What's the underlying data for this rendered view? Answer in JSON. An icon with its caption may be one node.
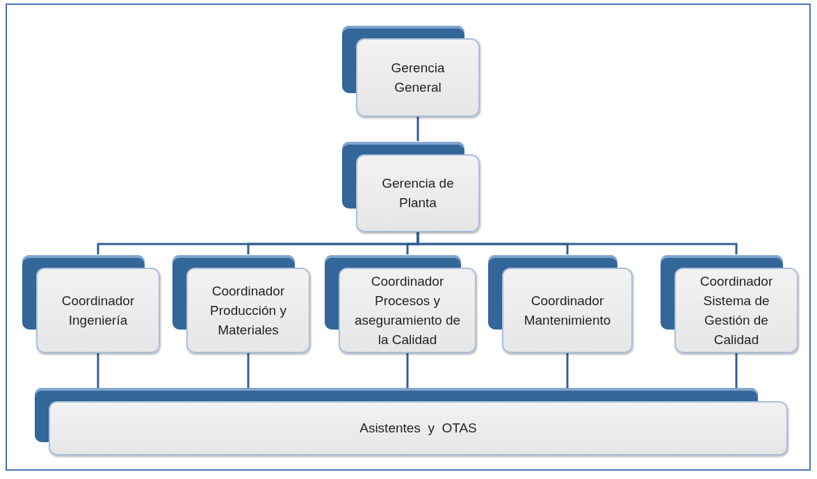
{
  "diagram": {
    "nodes": [
      {
        "text": [
          "Gerencia General"
        ]
      },
      {
        "text": [
          "Gerencia de Planta"
        ]
      },
      {
        "text": [
          "Coordinador Ingeniería"
        ]
      },
      {
        "text": [
          "Coordinador Producción y Materiales"
        ]
      },
      {
        "text": [
          "Coordinador Procesos y aseguramiento de la Calidad"
        ]
      },
      {
        "text": [
          "Coordinador Mantenimiento"
        ]
      },
      {
        "text": [
          "Coordinador Sistema de Gestión de Calidad"
        ]
      },
      {
        "text": [
          "Asistentes  y  OTAS"
        ]
      }
    ],
    "edges": [
      {
        "from": 0,
        "to": 1,
        "arrow": "none"
      },
      {
        "from": 1,
        "to": 2,
        "arrow": "none"
      },
      {
        "from": 1,
        "to": 3,
        "arrow": "none"
      },
      {
        "from": 1,
        "to": 4,
        "arrow": "none"
      },
      {
        "from": 1,
        "to": 5,
        "arrow": "none"
      },
      {
        "from": 1,
        "to": 6,
        "arrow": "none"
      },
      {
        "from": 2,
        "to": 7,
        "arrow": "none"
      },
      {
        "from": 3,
        "to": 7,
        "arrow": "none"
      },
      {
        "from": 4,
        "to": 7,
        "arrow": "none"
      },
      {
        "from": 5,
        "to": 7,
        "arrow": "none"
      },
      {
        "from": 6,
        "to": 7,
        "arrow": "none"
      }
    ]
  }
}
